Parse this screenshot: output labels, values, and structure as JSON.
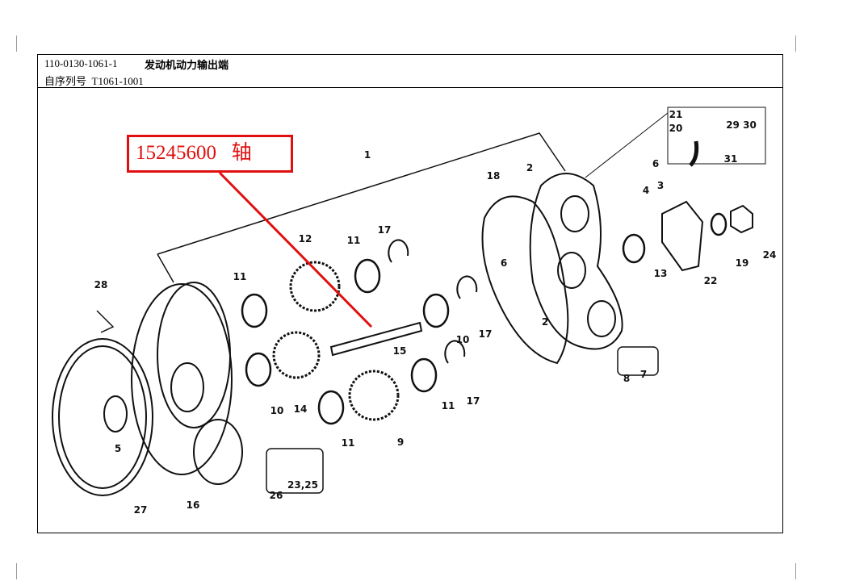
{
  "header": {
    "part_number": "110-0130-1061-1",
    "title": "发动机动力输出端",
    "serial_label": "自序列号",
    "serial": "T1061-1001"
  },
  "callout": {
    "part_no": "15245600",
    "name": "轴",
    "text": "15245600   轴"
  },
  "labels": [
    "1",
    "2",
    "18",
    "6",
    "21",
    "20",
    "29 30",
    "31",
    "4",
    "3",
    "6",
    "12",
    "11",
    "17",
    "13",
    "19",
    "24",
    "22",
    "28",
    "11",
    "2",
    "15",
    "10",
    "17",
    "8",
    "7",
    "10",
    "14",
    "11",
    "17",
    "9",
    "11",
    "5",
    "26",
    "23,25",
    "16",
    "27"
  ],
  "colors": {
    "callout": "#e01010"
  }
}
